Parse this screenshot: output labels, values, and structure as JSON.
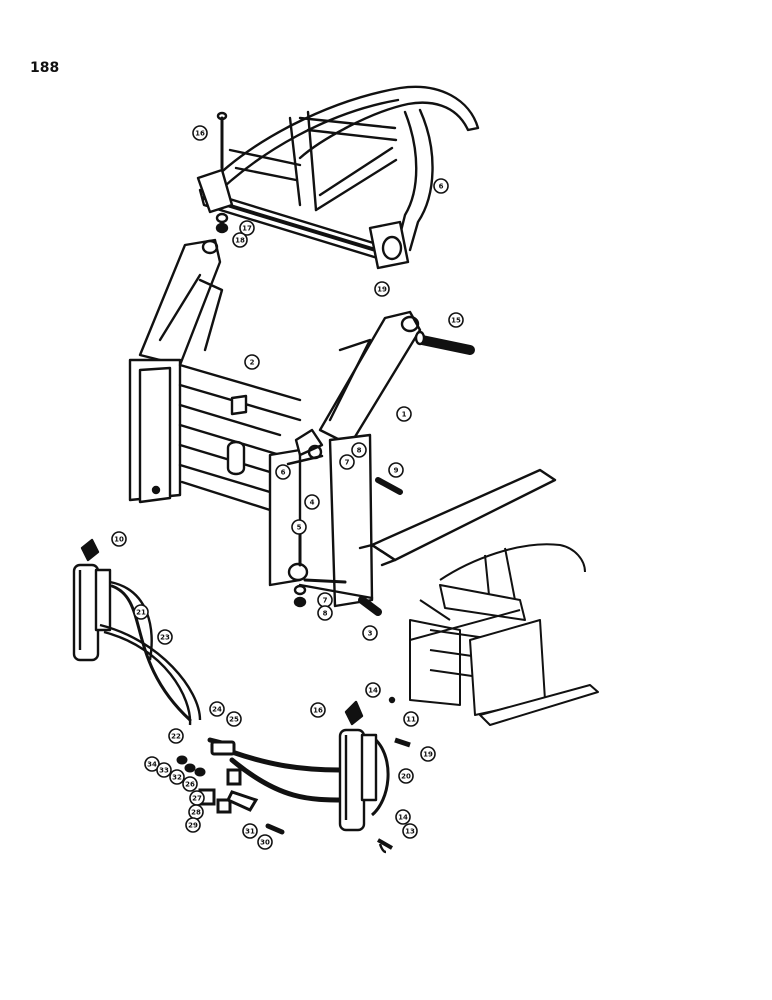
{
  "page_number": "188",
  "callouts": [
    "1",
    "2",
    "3",
    "4",
    "5",
    "6",
    "7",
    "8",
    "9",
    "10",
    "11",
    "13",
    "14",
    "15",
    "16",
    "17",
    "18",
    "19",
    "20",
    "21",
    "22",
    "23",
    "24",
    "25",
    "26",
    "27",
    "28",
    "29",
    "30",
    "31",
    "32",
    "33",
    "34"
  ],
  "colors": {
    "ink": "#111111",
    "paper": "#ffffff"
  }
}
